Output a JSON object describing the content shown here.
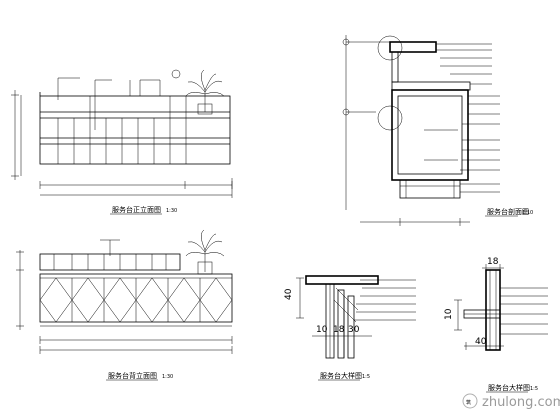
{
  "captions": {
    "front_elevation": "服务台正立面图",
    "back_elevation": "服务台背立面图",
    "section_a": "服务台剖面图",
    "detail_b": "服务台大样图",
    "detail_c": "服务台大样图",
    "front_scale": "1:30",
    "back_scale": "1:30",
    "section_scale": "1:10",
    "detail_b_scale": "1:5",
    "detail_c_scale": "1:5"
  },
  "dimensions": {
    "detail_b_side": "40",
    "detail_b_bottom_1": "10",
    "detail_b_bottom_2": "18",
    "detail_b_bottom_3": "30",
    "detail_c_top": "18",
    "detail_c_side": "10",
    "detail_c_bottom": "40"
  },
  "watermark": {
    "text": "zhulong.com",
    "logo": "筑"
  }
}
